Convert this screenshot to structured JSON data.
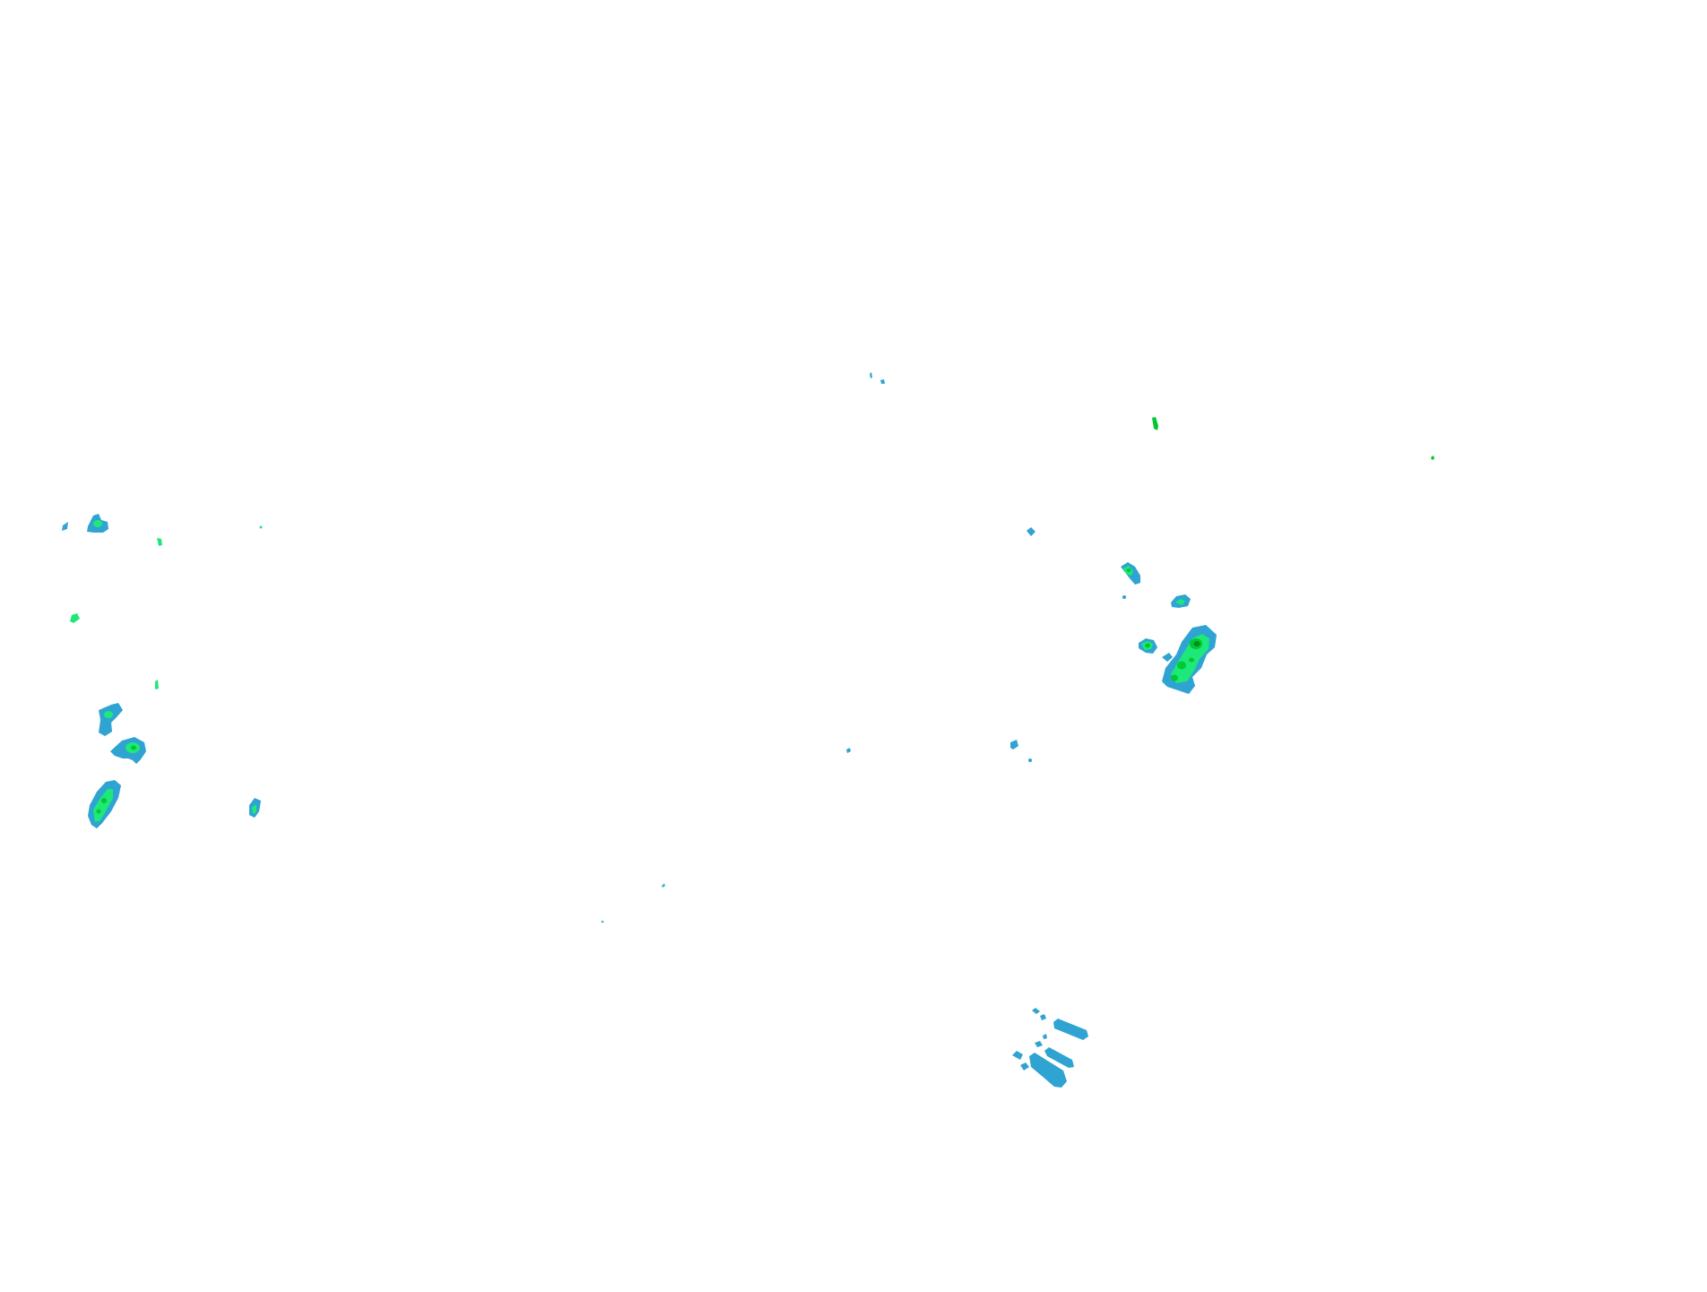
{
  "map": {
    "type": "weather-radar-reflectivity-overlay",
    "background_color": "#ffffff",
    "colors": {
      "light": "#2fa3d1",
      "light_alt": "#3bb6c9",
      "moderate": "#1fe87a",
      "heavy": "#00c830",
      "intense": "#008a1e"
    },
    "cells": [
      {
        "id": "w1",
        "intensity": "light"
      },
      {
        "id": "w2",
        "intensity": "moderate"
      },
      {
        "id": "w3",
        "intensity": "light"
      },
      {
        "id": "w4",
        "intensity": "light"
      },
      {
        "id": "w5",
        "intensity": "moderate"
      },
      {
        "id": "w6",
        "intensity": "moderate"
      },
      {
        "id": "w7",
        "intensity": "heavy"
      },
      {
        "id": "w8",
        "intensity": "light"
      },
      {
        "id": "c1",
        "intensity": "light"
      },
      {
        "id": "c2",
        "intensity": "heavy"
      },
      {
        "id": "c3",
        "intensity": "light"
      },
      {
        "id": "e1",
        "intensity": "heavy"
      },
      {
        "id": "e2",
        "intensity": "moderate"
      },
      {
        "id": "e3",
        "intensity": "intense"
      },
      {
        "id": "e4",
        "intensity": "light"
      },
      {
        "id": "s1",
        "intensity": "light"
      }
    ]
  }
}
